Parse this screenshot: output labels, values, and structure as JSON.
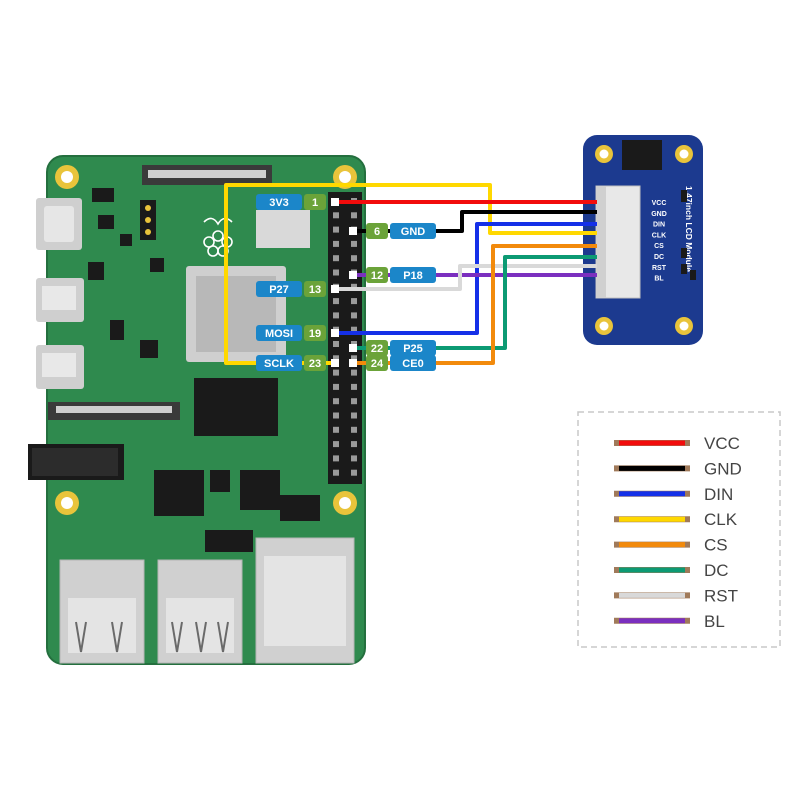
{
  "colors": {
    "pcb_green": "#2f8a4e",
    "pcb_edge": "#246f3e",
    "lcd_blue": "#1c3a8f",
    "label_blue": "#1b86c9",
    "label_green": "#6ba339",
    "mount_gold": "#e9c43b"
  },
  "pi_pins": {
    "vcc": {
      "name": "3V3",
      "num": "1"
    },
    "gnd": {
      "name": "GND",
      "num": "6"
    },
    "bl": {
      "name": "P18",
      "num": "12"
    },
    "rst": {
      "name": "P27",
      "num": "13"
    },
    "din": {
      "name": "MOSI",
      "num": "19"
    },
    "dc": {
      "name": "P25",
      "num": "22"
    },
    "clk": {
      "name": "SCLK",
      "num": "23"
    },
    "cs": {
      "name": "CE0",
      "num": "24"
    }
  },
  "lcd": {
    "title": "1.47inch LCD Module",
    "pins": [
      "VCC",
      "GND",
      "DIN",
      "CLK",
      "CS",
      "DC",
      "RST",
      "BL"
    ]
  },
  "legend": [
    {
      "label": "VCC",
      "color": "#f20c0c"
    },
    {
      "label": "GND",
      "color": "#000000"
    },
    {
      "label": "DIN",
      "color": "#1530e8"
    },
    {
      "label": "CLK",
      "color": "#ffd800"
    },
    {
      "label": "CS",
      "color": "#f28a0c"
    },
    {
      "label": "DC",
      "color": "#0c9a73"
    },
    {
      "label": "RST",
      "color": "#d9d9d9"
    },
    {
      "label": "BL",
      "color": "#7b2fbf"
    }
  ]
}
